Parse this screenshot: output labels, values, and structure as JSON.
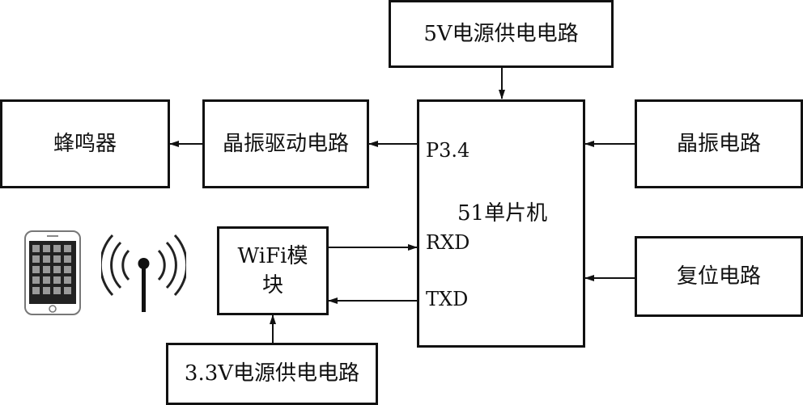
{
  "blocks": {
    "power5v": "5V电源供电电路",
    "crystal_driver": "晶振驱动电路",
    "buzzer": "蜂鸣器",
    "mcu": "51单片机",
    "crystal": "晶振电路",
    "reset": "复位电路",
    "wifi": "WiFi模块",
    "power33v": "3.3V电源供电电路"
  },
  "pins": {
    "p34": "P3.4",
    "rxd": "RXD",
    "txd": "TXD"
  },
  "icons": {
    "phone": "smartphone-icon",
    "antenna": "wireless-antenna-icon"
  },
  "colors": {
    "stroke": "#111111",
    "background": "#ffffff"
  }
}
